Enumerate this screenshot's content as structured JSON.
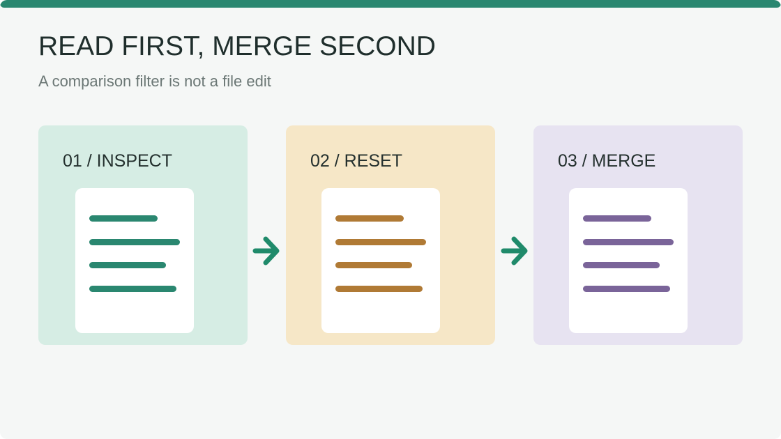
{
  "header": {
    "title": "READ FIRST, MERGE SECOND",
    "subtitle": "A comparison filter is not a file edit"
  },
  "steps": [
    {
      "label": "01 / INSPECT",
      "color": "#2a8770",
      "background": "#d6ede4",
      "icon": "document-icon"
    },
    {
      "label": "02 / RESET",
      "color": "#b07a35",
      "background": "#f6e7c7",
      "icon": "document-icon"
    },
    {
      "label": "03 / MERGE",
      "color": "#7a6499",
      "background": "#e7e3f1",
      "icon": "document-icon"
    }
  ],
  "connectors": [
    {
      "icon": "arrow-right-icon",
      "color": "#1f8a6a"
    },
    {
      "icon": "arrow-right-icon",
      "color": "#1f8a6a"
    }
  ]
}
